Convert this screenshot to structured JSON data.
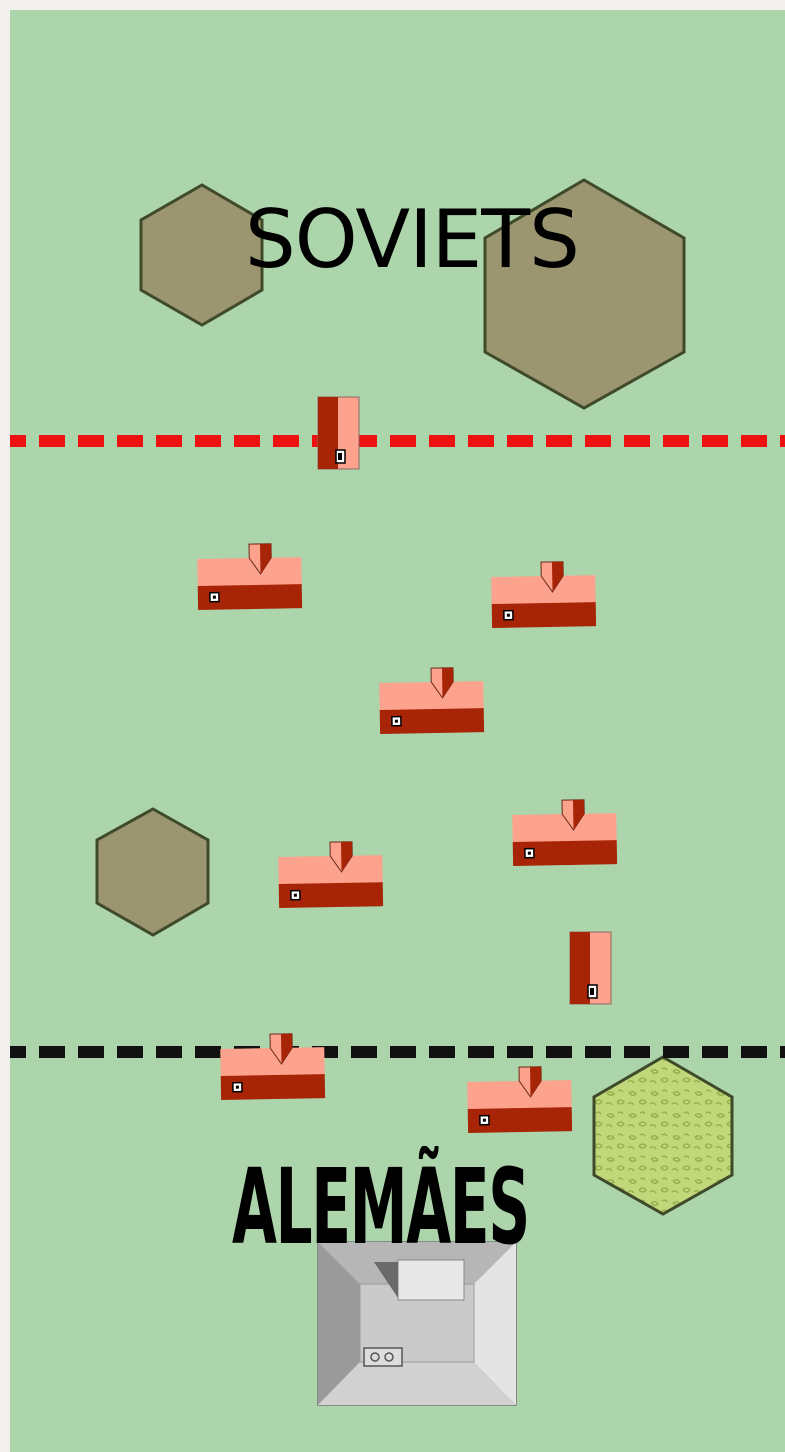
{
  "map": {
    "labels": {
      "top_side": "SOVIETS",
      "bottom_side": "ALEMÃES"
    },
    "colors": {
      "ground": "#acd5ac",
      "hill": "#9b9570",
      "woods": "#c1d77a",
      "soviet_line": "#ee1111",
      "german_line": "#111111",
      "house_roof": "#fca28d",
      "house_wall": "#a82406"
    },
    "terrain": [
      "hill",
      "hill",
      "hill",
      "woods"
    ],
    "houses_count": 10,
    "building": "stone-building"
  }
}
